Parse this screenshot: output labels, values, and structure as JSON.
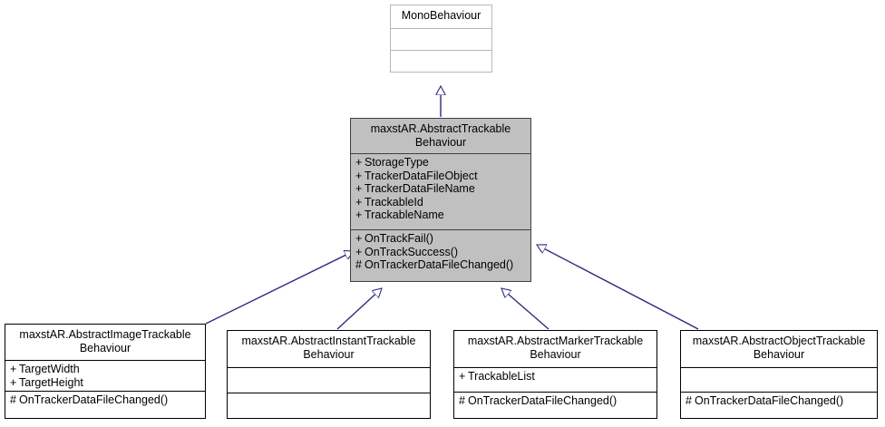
{
  "diagram": {
    "type": "uml-class-inheritance",
    "title": "maxstAR.AbstractTrackableBehaviour class hierarchy",
    "edge_color": "#2b2b80",
    "highlight_fill": "#c0c0c0",
    "relationship": "generalization"
  },
  "classes": {
    "mono": {
      "name": "MonoBehaviour",
      "attributes": [],
      "operations": []
    },
    "base": {
      "name_line1": "maxstAR.AbstractTrackable",
      "name_line2": "Behaviour",
      "attributes": [
        {
          "vis": "+",
          "label": "StorageType"
        },
        {
          "vis": "+",
          "label": "TrackerDataFileObject"
        },
        {
          "vis": "+",
          "label": "TrackerDataFileName"
        },
        {
          "vis": "+",
          "label": "TrackableId"
        },
        {
          "vis": "+",
          "label": "TrackableName"
        }
      ],
      "operations": [
        {
          "vis": "+",
          "label": "OnTrackFail()"
        },
        {
          "vis": "+",
          "label": "OnTrackSuccess()"
        },
        {
          "vis": "#",
          "label": "OnTrackerDataFileChanged()"
        }
      ]
    },
    "image": {
      "name_line1": "maxstAR.AbstractImageTrackable",
      "name_line2": "Behaviour",
      "attributes": [
        {
          "vis": "+",
          "label": "TargetWidth"
        },
        {
          "vis": "+",
          "label": "TargetHeight"
        }
      ],
      "operations": [
        {
          "vis": "#",
          "label": "OnTrackerDataFileChanged()"
        }
      ]
    },
    "instant": {
      "name_line1": "maxstAR.AbstractInstantTrackable",
      "name_line2": "Behaviour",
      "attributes": [],
      "operations": []
    },
    "marker": {
      "name_line1": "maxstAR.AbstractMarkerTrackable",
      "name_line2": "Behaviour",
      "attributes": [
        {
          "vis": "+",
          "label": "TrackableList"
        }
      ],
      "operations": [
        {
          "vis": "#",
          "label": "OnTrackerDataFileChanged()"
        }
      ]
    },
    "object": {
      "name_line1": "maxstAR.AbstractObjectTrackable",
      "name_line2": "Behaviour",
      "attributes": [],
      "operations": [
        {
          "vis": "#",
          "label": "OnTrackerDataFileChanged()"
        }
      ]
    }
  }
}
